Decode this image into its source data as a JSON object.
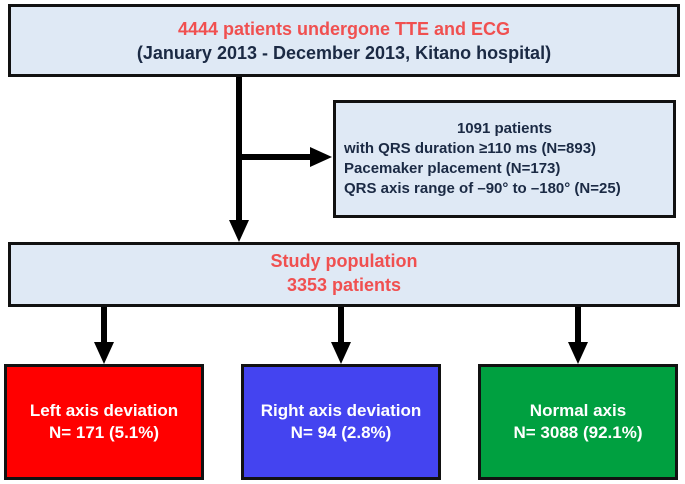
{
  "top": {
    "line1": "4444 patients undergone TTE and ECG",
    "line2": "(January 2013 - December 2013, Kitano hospital)"
  },
  "exclusion": {
    "line1": "1091 patients",
    "line2": "with QRS duration ≥110 ms (N=893)",
    "line3": "Pacemaker placement (N=173)",
    "line4": "QRS axis range of –90° to –180° (N=25)"
  },
  "study": {
    "line1": "Study population",
    "line2": "3353 patients"
  },
  "outcomes": {
    "left": {
      "label": "Left axis deviation",
      "count": "N= 171 (5.1%)",
      "color": "#ff0000"
    },
    "right": {
      "label": "Right axis deviation",
      "count": "N= 94 (2.8%)",
      "color": "#4444f0"
    },
    "normal": {
      "label": "Normal axis",
      "count": "N= 3088 (92.1%)",
      "color": "#00a040"
    }
  },
  "colors": {
    "box_fill": "#dfe9f5",
    "title_red": "#f05050",
    "text_navy": "#1b2a44",
    "arrow": "#000000"
  }
}
